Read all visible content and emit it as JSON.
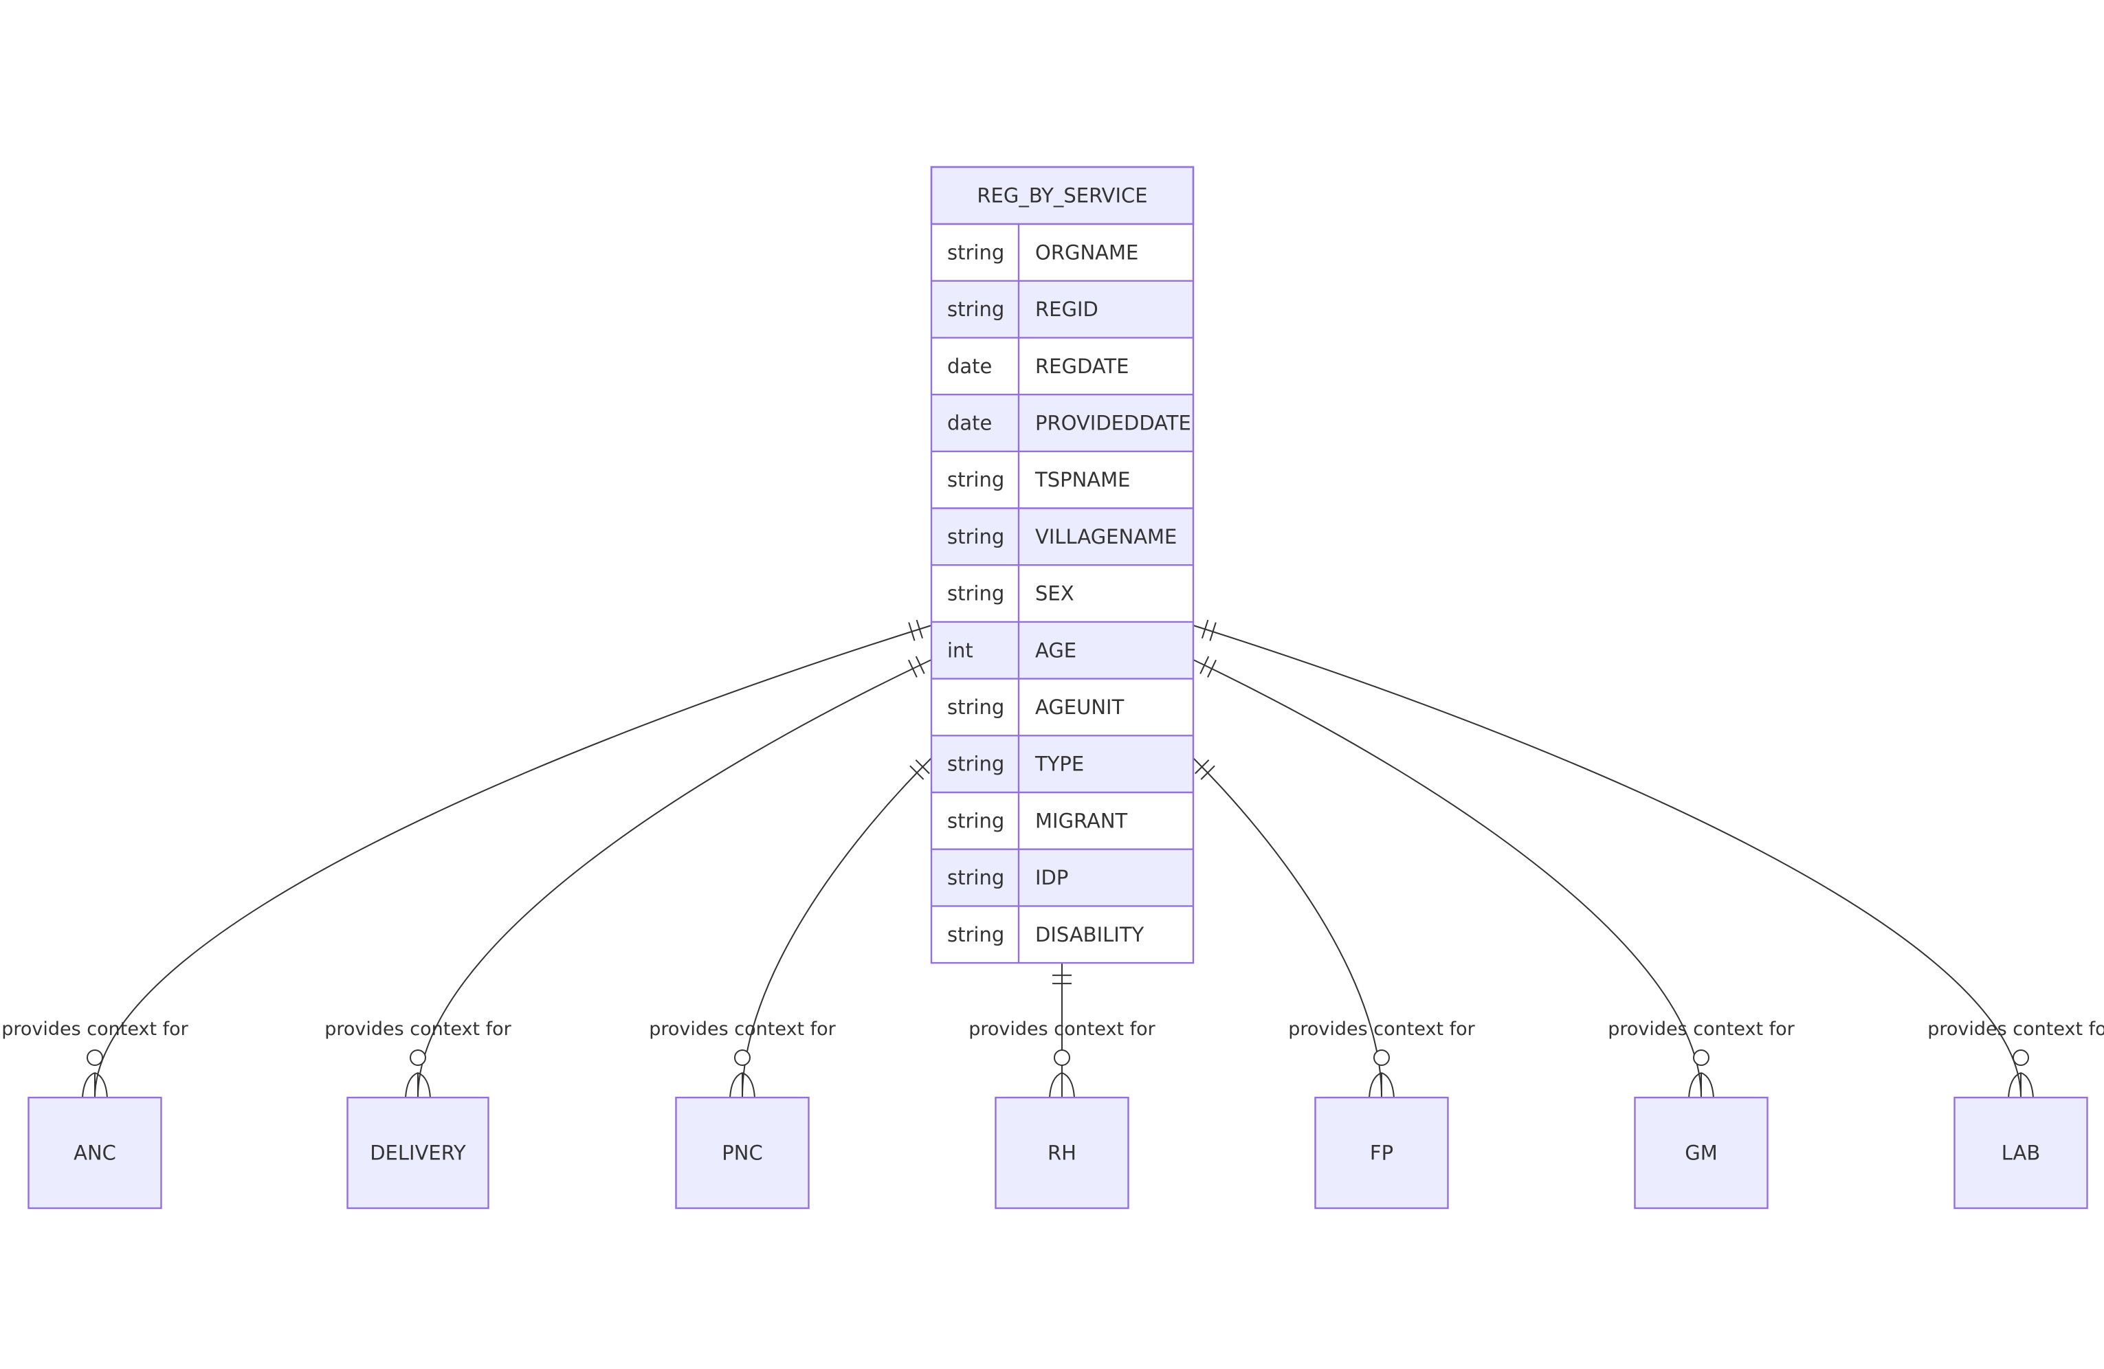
{
  "main_entity": {
    "name": "REG_BY_SERVICE",
    "attributes": [
      {
        "type": "string",
        "name": "ORGNAME"
      },
      {
        "type": "string",
        "name": "REGID"
      },
      {
        "type": "date",
        "name": "REGDATE"
      },
      {
        "type": "date",
        "name": "PROVIDEDDATE"
      },
      {
        "type": "string",
        "name": "TSPNAME"
      },
      {
        "type": "string",
        "name": "VILLAGENAME"
      },
      {
        "type": "string",
        "name": "SEX"
      },
      {
        "type": "int",
        "name": "AGE"
      },
      {
        "type": "string",
        "name": "AGEUNIT"
      },
      {
        "type": "string",
        "name": "TYPE"
      },
      {
        "type": "string",
        "name": "MIGRANT"
      },
      {
        "type": "string",
        "name": "IDP"
      },
      {
        "type": "string",
        "name": "DISABILITY"
      }
    ]
  },
  "related_entities": [
    "ANC",
    "DELIVERY",
    "PNC",
    "RH",
    "FP",
    "GM",
    "LAB"
  ],
  "relationships": [
    {
      "from": "REG_BY_SERVICE",
      "to": "ANC",
      "label": "provides context for",
      "from_cardinality": "exactly-one",
      "to_cardinality": "zero-or-more"
    },
    {
      "from": "REG_BY_SERVICE",
      "to": "DELIVERY",
      "label": "provides context for",
      "from_cardinality": "exactly-one",
      "to_cardinality": "zero-or-more"
    },
    {
      "from": "REG_BY_SERVICE",
      "to": "PNC",
      "label": "provides context for",
      "from_cardinality": "exactly-one",
      "to_cardinality": "zero-or-more"
    },
    {
      "from": "REG_BY_SERVICE",
      "to": "RH",
      "label": "provides context for",
      "from_cardinality": "exactly-one",
      "to_cardinality": "zero-or-more"
    },
    {
      "from": "REG_BY_SERVICE",
      "to": "FP",
      "label": "provides context for",
      "from_cardinality": "exactly-one",
      "to_cardinality": "zero-or-more"
    },
    {
      "from": "REG_BY_SERVICE",
      "to": "GM",
      "label": "provides context for",
      "from_cardinality": "exactly-one",
      "to_cardinality": "zero-or-more"
    },
    {
      "from": "REG_BY_SERVICE",
      "to": "LAB",
      "label": "provides context for",
      "from_cardinality": "exactly-one",
      "to_cardinality": "zero-or-more"
    }
  ],
  "colors": {
    "entity_fill": "#ECECFF",
    "entity_stroke": "#9370DB",
    "line": "#333333",
    "text": "#333333"
  }
}
